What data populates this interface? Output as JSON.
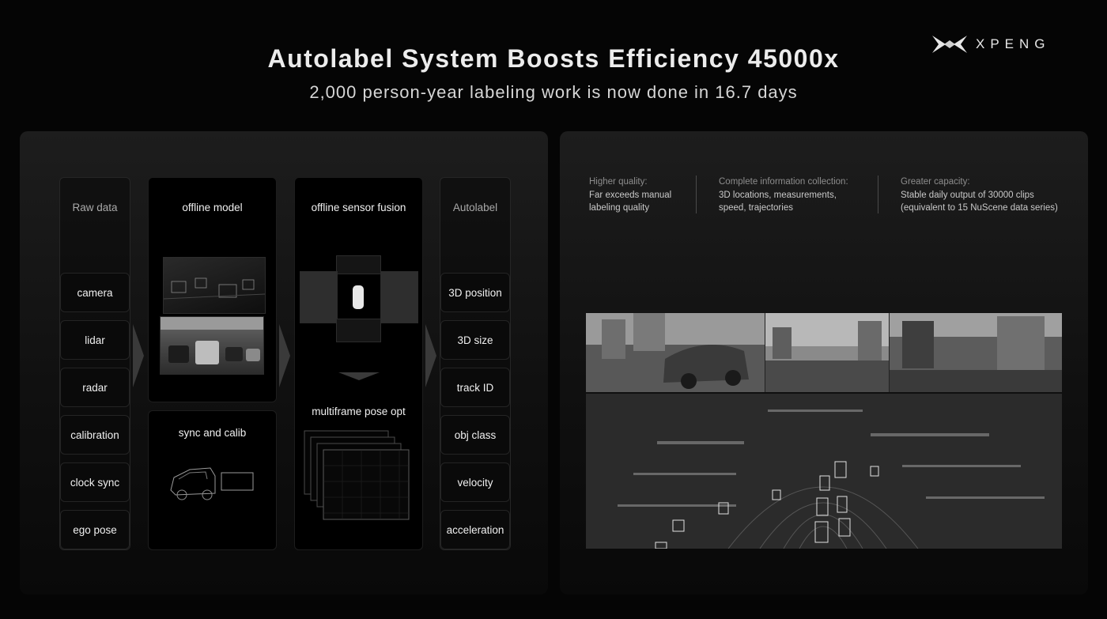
{
  "header": {
    "title": "Autolabel System Boosts Efficiency 45000x",
    "subtitle": "2,000 person-year labeling work is now done in 16.7 days",
    "logo_text": "XPENG"
  },
  "pipeline": {
    "raw_data": {
      "title": "Raw data",
      "items": [
        "camera",
        "lidar",
        "radar",
        "calibration",
        "clock sync",
        "ego pose"
      ]
    },
    "offline_model": {
      "title": "offline model"
    },
    "sync_calib": {
      "title": "sync and calib"
    },
    "sensor_fusion": {
      "title": "offline sensor fusion"
    },
    "pose_opt": {
      "title": "multiframe pose opt"
    },
    "autolabel": {
      "title": "Autolabel",
      "items": [
        "3D position",
        "3D size",
        "track ID",
        "obj class",
        "velocity",
        "acceleration"
      ]
    }
  },
  "features": [
    {
      "heading": "Higher quality:",
      "line1": "Far exceeds manual",
      "line2": "labeling quality"
    },
    {
      "heading": "Complete information collection:",
      "line1": "3D locations, measurements,",
      "line2": "speed, trajectories"
    },
    {
      "heading": "Greater capacity:",
      "line1": "Stable daily output of 30000 clips",
      "line2": "(equivalent to 15 NuScene data series)"
    }
  ]
}
